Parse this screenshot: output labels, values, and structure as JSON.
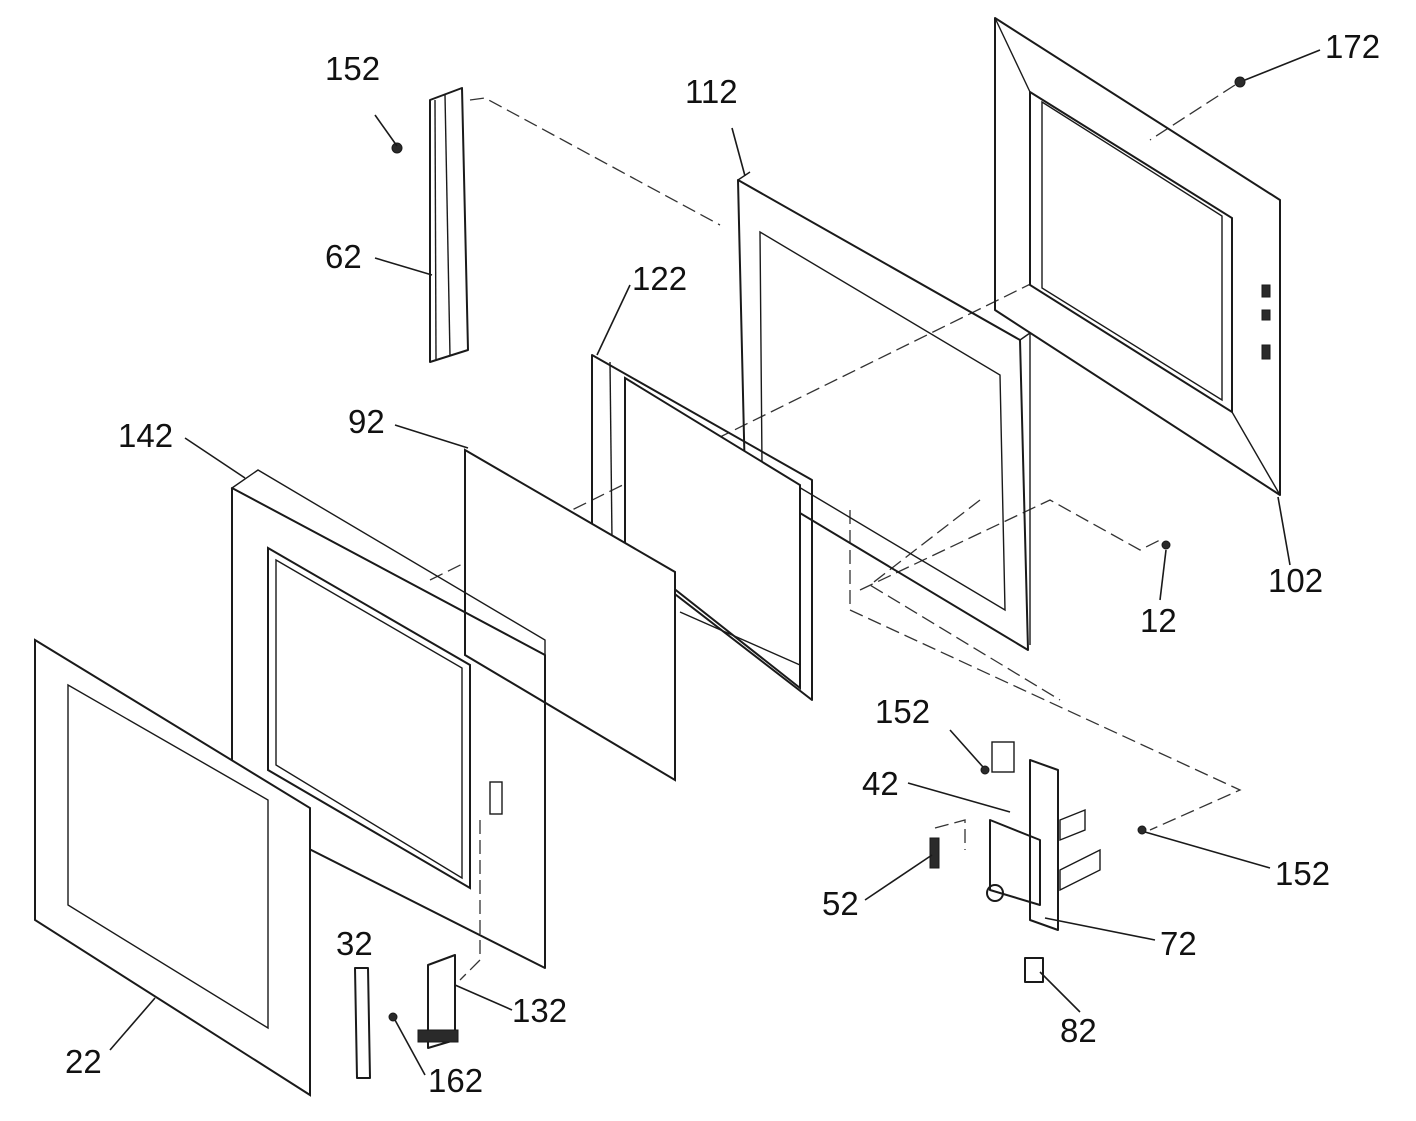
{
  "diagram": {
    "type": "exploded parts drawing",
    "callouts": [
      {
        "id": "c172",
        "label": "172"
      },
      {
        "id": "c152a",
        "label": "152"
      },
      {
        "id": "c112",
        "label": "112"
      },
      {
        "id": "c62",
        "label": "62"
      },
      {
        "id": "c122",
        "label": "122"
      },
      {
        "id": "c92",
        "label": "92"
      },
      {
        "id": "c142",
        "label": "142"
      },
      {
        "id": "c102",
        "label": "102"
      },
      {
        "id": "c12",
        "label": "12"
      },
      {
        "id": "c152b",
        "label": "152"
      },
      {
        "id": "c42",
        "label": "42"
      },
      {
        "id": "c152c",
        "label": "152"
      },
      {
        "id": "c52",
        "label": "52"
      },
      {
        "id": "c72",
        "label": "72"
      },
      {
        "id": "c32",
        "label": "32"
      },
      {
        "id": "c132",
        "label": "132"
      },
      {
        "id": "c82",
        "label": "82"
      },
      {
        "id": "c22",
        "label": "22"
      },
      {
        "id": "c162",
        "label": "162"
      }
    ]
  }
}
